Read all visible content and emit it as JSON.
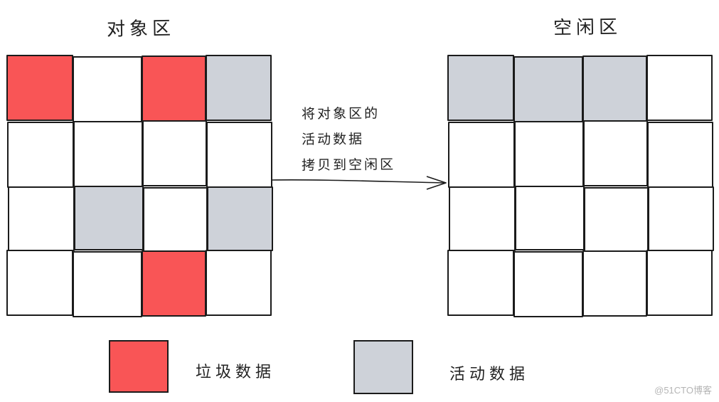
{
  "left_area": {
    "title": "对象区",
    "cells": [
      [
        "garbage",
        "empty",
        "garbage",
        "active"
      ],
      [
        "empty",
        "empty",
        "empty",
        "empty"
      ],
      [
        "empty",
        "active",
        "empty",
        "active"
      ],
      [
        "empty",
        "empty",
        "garbage",
        "empty"
      ]
    ]
  },
  "right_area": {
    "title": "空闲区",
    "cells": [
      [
        "active",
        "active",
        "active",
        "empty"
      ],
      [
        "empty",
        "empty",
        "empty",
        "empty"
      ],
      [
        "empty",
        "empty",
        "empty",
        "empty"
      ],
      [
        "empty",
        "empty",
        "empty",
        "empty"
      ]
    ]
  },
  "arrow_note": {
    "line1": "将对象区的",
    "line2": "活动数据",
    "line3": "拷贝到空闲区"
  },
  "legend": {
    "garbage_label": "垃圾数据",
    "active_label": "活动数据"
  },
  "colors": {
    "garbage": "#f95556",
    "active": "#ced2d9",
    "empty": "#ffffff",
    "line": "#1b1b1b"
  },
  "watermark": "@51CTO博客"
}
